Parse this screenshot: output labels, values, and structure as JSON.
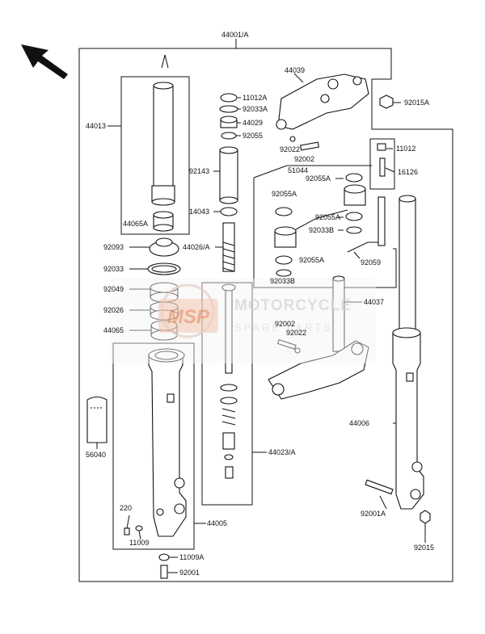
{
  "watermark": {
    "logo_text": "MSP",
    "line1": "MOTORCYCLE",
    "line2": "SPARE PARTS"
  },
  "labels": {
    "l_44001A": "44001/A",
    "l_44039": "44039",
    "l_44013": "44013",
    "l_11012A": "11012A",
    "l_92033A": "92033A",
    "l_44029": "44029",
    "l_92055": "92055",
    "l_92015A": "92015A",
    "l_92022_top": "92022",
    "l_92002_top": "92002",
    "l_11012": "11012",
    "l_16126": "16126",
    "l_92143": "92143",
    "l_51044": "51044",
    "l_92055A_1": "92055A",
    "l_92055A_2": "92055A",
    "l_92055A_3": "92055A",
    "l_92055A_4": "92055A",
    "l_14043": "14043",
    "l_92033B_1": "92033B",
    "l_92033B_2": "92033B",
    "l_92059": "92059",
    "l_44065A": "44065A",
    "l_92093": "92093",
    "l_44026A": "44026/A",
    "l_92033": "92033",
    "l_92049": "92049",
    "l_92026": "92026",
    "l_44065": "44065",
    "l_44037": "44037",
    "l_92002_mid": "92002",
    "l_92022_mid": "92022",
    "l_44006": "44006",
    "l_56040": "56040",
    "l_44023A": "44023/A",
    "l_92001A": "92001A",
    "l_220": "220",
    "l_44005": "44005",
    "l_11009": "11009",
    "l_92015": "92015",
    "l_11009A": "11009A",
    "l_92001": "92001"
  },
  "icons": {
    "direction_arrow": "arrow-up-left-icon"
  },
  "colors": {
    "ink": "#111111",
    "watermark_logo": "#e8a080"
  }
}
